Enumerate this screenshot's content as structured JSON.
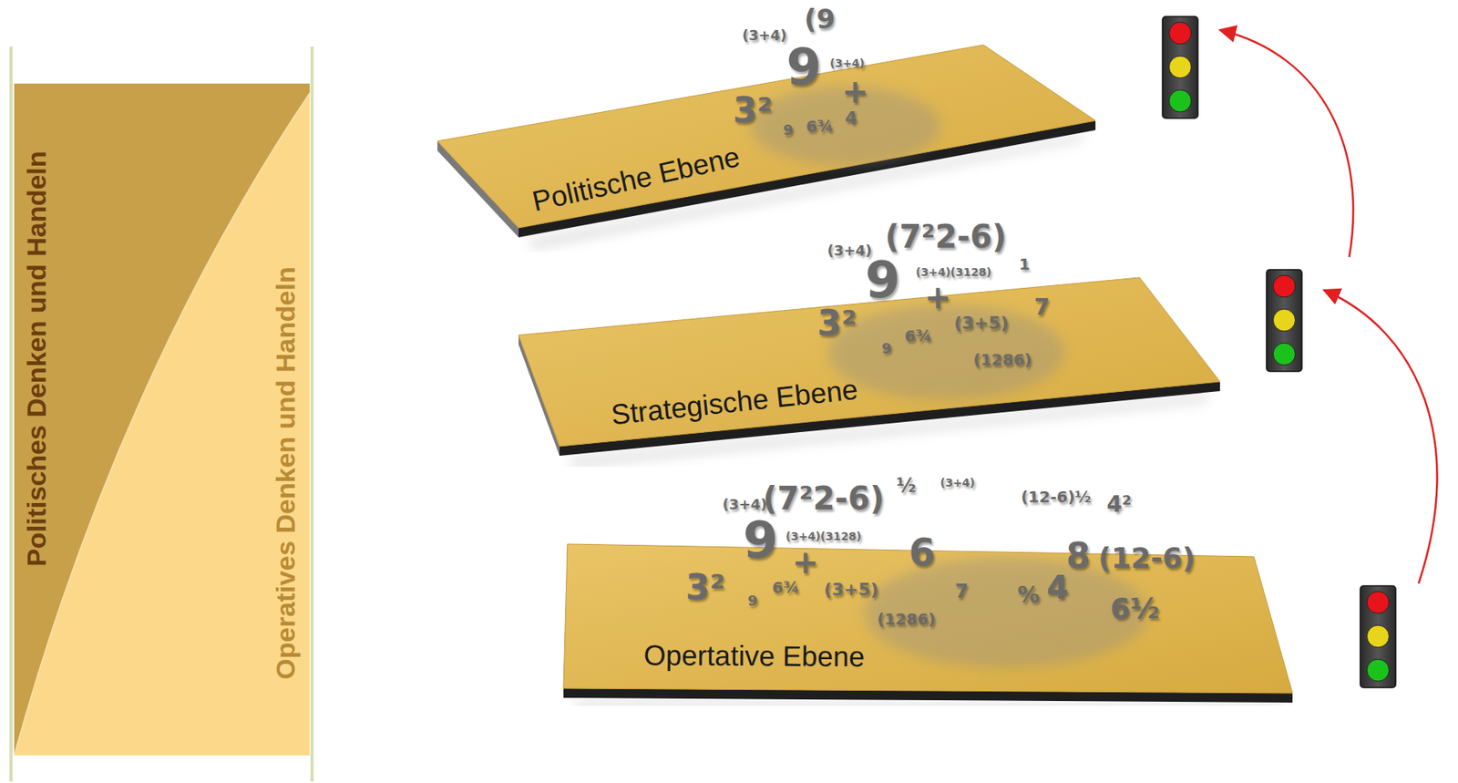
{
  "diagram": {
    "nodes": [
      {
        "text": [
          "Politisches Denken und Handeln",
          "Operatives Denken und Handeln"
        ]
      },
      {
        "text": [
          "Politische Ebene"
        ]
      },
      {
        "text": [
          "Strategische Ebene"
        ]
      },
      {
        "text": [
          "Opertative Ebene"
        ]
      }
    ],
    "labels": [
      "(3+4)",
      "(9",
      "9",
      "(3+4)",
      "+",
      "3²",
      "9",
      "6¾",
      "4",
      "(3+4)",
      "(7²2-6)",
      "9",
      "(3+4)(3128)",
      "+",
      "1",
      "3²",
      "9",
      "6¾",
      "(3+5)",
      "7",
      "(1286)",
      "(3+4)",
      "(7²2-6)",
      "½",
      "(3+4)",
      "(12-6)½",
      "4²",
      "9",
      "(3+4)(3128)",
      "+",
      "6",
      "8",
      "(12-6)",
      "3²",
      "9",
      "6¾",
      "(3+5)",
      "7",
      "%",
      "4",
      "6½",
      "(1286)"
    ]
  }
}
